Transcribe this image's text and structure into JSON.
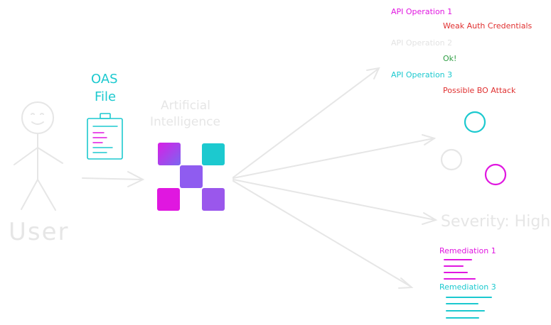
{
  "colors": {
    "teal": "#1cc9cf",
    "magenta": "#e017e0",
    "red": "#e03131",
    "green": "#2f9e44",
    "faded": "#e6e6e6",
    "faded_text": "#d9d9d9"
  },
  "user": {
    "label": "User"
  },
  "oas": {
    "title_line1": "OAS",
    "title_line2": "File"
  },
  "ai": {
    "line1": "Artificial",
    "line2": "Intelligence",
    "logo": "x-logo"
  },
  "operations": [
    {
      "name": "API Operation 1",
      "result": "Weak Auth Credentials"
    },
    {
      "name": "API Operation 2",
      "result": "Ok!"
    },
    {
      "name": "API Operation 3",
      "result": "Possible BO Attack"
    }
  ],
  "severity": {
    "label": "Severity: High"
  },
  "remediations": [
    {
      "name": "Remediation 1"
    },
    {
      "name": "Remediation 3"
    }
  ]
}
